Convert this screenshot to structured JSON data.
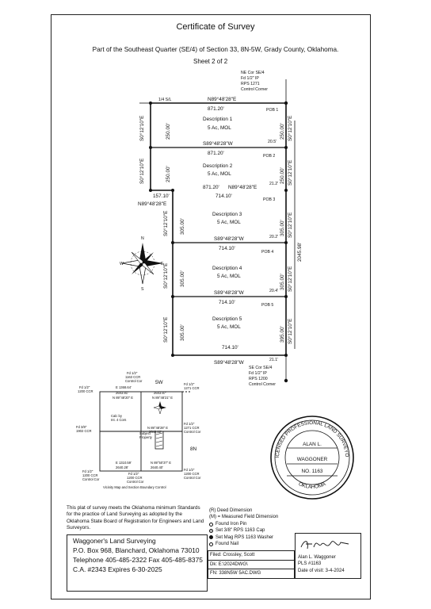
{
  "header": {
    "title": "Certificate of Survey",
    "subtitle": "Part of the Southeast Quarter (SE/4) of Section 33, 8N-5W, Grady County, Oklahoma.",
    "sheet": "Sheet 2 of 2"
  },
  "plat": {
    "ne_corner": [
      "NE Cor SE/4",
      "Fd 1/2\" IP",
      "RPS 1271",
      "Control Corner"
    ],
    "se_corner": [
      "SE Cor SE/4",
      "Fd 1/2\" IP",
      "RPS 1200",
      "Control Corner"
    ],
    "section_line": "1/4 S/L",
    "bearing_top": "N89°48'28\"E",
    "dist_top": "871.20'",
    "bearing_w": "S89°48'28\"W",
    "dist_871": "871.20'",
    "dist_714": "714.10'",
    "bearing_e": "N89°48'28\"E",
    "bearing_s_left": "S0°12'10\"E",
    "dist_250": "250.00'",
    "dist_305": "305.00'",
    "dist_157": "157.10'",
    "bearing_right": "S0°12'10\"E",
    "dist_2045": "2045.98'",
    "dist_395": "395.00'",
    "offsets": [
      "20.5'",
      "21.2'",
      "20.2'",
      "20.4'",
      "21.1'"
    ],
    "pobs": [
      "POB 1",
      "POB 2",
      "POB 3",
      "POB 4",
      "POB 5"
    ],
    "descriptions": [
      "Description 1",
      "Description 2",
      "Description 3",
      "Description 4",
      "Description 5"
    ],
    "acres": "5 Ac, MOL",
    "compass": {
      "n": "N",
      "s": "S",
      "e": "E",
      "w": "W"
    }
  },
  "vicinity": {
    "title": "Vicinity Map and Section Boundary Control",
    "range": "5W",
    "township": "8N",
    "calc": [
      "Calc by",
      "Int. 4 Cors"
    ],
    "subject": [
      "Subject",
      "Property"
    ],
    "corners": {
      "tl": [
        "Fd 1/2\"",
        "1200 CCR"
      ],
      "tc": [
        "Fd 1/2\"",
        "1163 CCR",
        "Control Cor"
      ],
      "tr": [
        "Fd 1/2\"",
        "1271 CCR"
      ],
      "ml": [
        "Fd 3/8\"",
        "1902 CCR"
      ],
      "mr": [
        "Fd 1/2\"",
        "1271 CCR",
        "Control Cor"
      ],
      "bl": [
        "Fd 1/2\"",
        "1200 CCR",
        "Control Cor"
      ],
      "bc": [
        "Fd 1/2\"",
        "1200 CCR",
        "Control Cor"
      ],
      "br": [
        "Fd 1/2\"",
        "1200 CCR",
        "Control Cor"
      ]
    },
    "dims": [
      "E 1368.64'",
      "2643.81'",
      "N 89°48'20\" E",
      "2643.87'",
      "N 89°48'21\" E",
      "N 89°48'28\" E",
      "2642.12'",
      "E 1310.59'",
      "2640.28'",
      "N 89°50'37\" E",
      "2640.40'"
    ]
  },
  "seal": {
    "top": "LICENSED PROFESSIONAL LAND SURVEYOR",
    "name": [
      "ALAN L.",
      "WAGGONER"
    ],
    "number": "NO. 1163",
    "state": "OKLAHOMA"
  },
  "statement": "This plat of survey meets the Oklahoma minimum Standards for the practice of Land Surveying as adopted by the Oklahoma State Board of Registration for Engineers and Land Surveyors.",
  "company": {
    "name": "Waggoner's Land Surveying",
    "address": "P.O. Box 968, Blanchard, Oklahoma 73010",
    "phone": "Telephone 405-485-2322  Fax 405-485-8375",
    "ca": "C.A. #2343 Expires 6-30-2025"
  },
  "legend": {
    "items": [
      "(R) Deed Dimension",
      "(M) = Measured Field Dimension",
      "Found Iron Pin",
      "Set 3/8\" RPS 1163 Cap",
      "Set Mag RPS 1163 Washer",
      "Found Nail"
    ]
  },
  "signature": {
    "script": "Alan L. Waggoner",
    "name": "Alan L. Waggoner",
    "pls": "PLS #1163",
    "date": "Date of visit: 3-4-2024"
  },
  "filed": {
    "filed": "Filed: Crossley, Scott",
    "dk": "Dk: E:\\2024DWG\\",
    "fn": "FN: 338N5W 5AC.DWG"
  }
}
